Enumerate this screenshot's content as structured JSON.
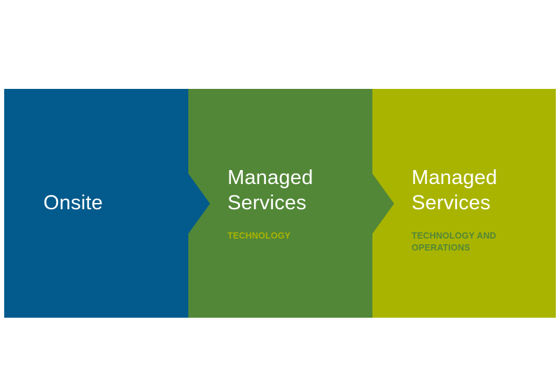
{
  "stages": [
    {
      "title": "Onsite",
      "subtitle": "",
      "color": "#035a8c"
    },
    {
      "title": "Managed Services",
      "subtitle": "TECHNOLOGY",
      "color": "#528737",
      "subtitle_color": "#a9b400"
    },
    {
      "title": "Managed Services",
      "subtitle": "TECHNOLOGY AND OPERATIONS",
      "color": "#a9b400",
      "subtitle_color": "#528737"
    }
  ]
}
